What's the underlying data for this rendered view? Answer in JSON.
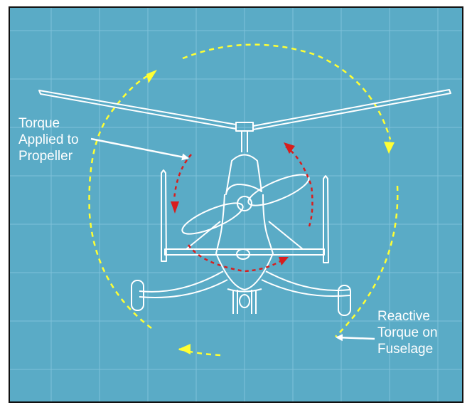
{
  "diagram": {
    "colors": {
      "background": "#5aabc6",
      "grid": "#7fc2d9",
      "outline": "#ffffff",
      "airframe_torque": "#ffff33",
      "propeller_torque": "#d81e1e",
      "frame_border": "#111111"
    },
    "labels": {
      "torque_applied": {
        "line1": "Torque",
        "line2": "Applied to",
        "line3": "Propeller"
      },
      "reactive_torque": {
        "line1": "Reactive",
        "line2": "Torque on",
        "line3": "Fuselage"
      }
    }
  }
}
